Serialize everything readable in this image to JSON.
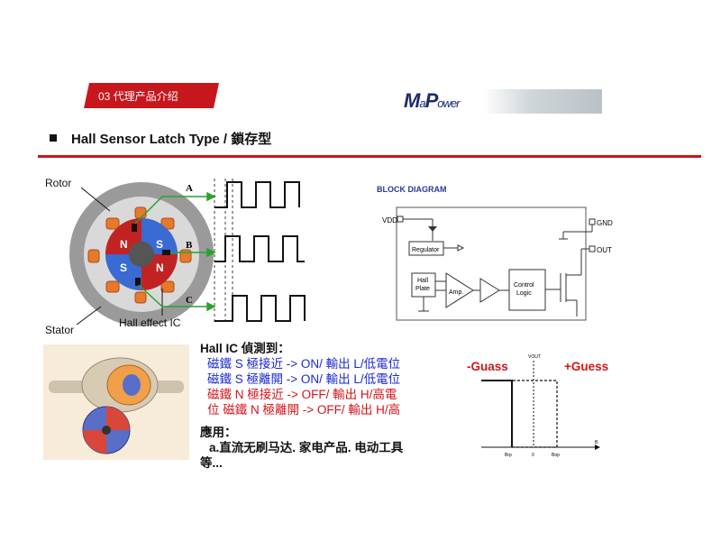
{
  "section_tag": {
    "label": "03 代理产品介绍",
    "color": "#c8161d"
  },
  "logo": {
    "brand": "MaPower",
    "main": "M",
    "sub_a": "a",
    "rest": "P",
    "suffix": "ower"
  },
  "title": {
    "text": "Hall Sensor Latch Type / 鎖存型"
  },
  "motor_diagram": {
    "rotor_label": "Rotor",
    "stator_label": "Stator",
    "hall_label": "Hall effect IC",
    "pole_labels": [
      "N",
      "S",
      "S",
      "N"
    ],
    "signal_labels": [
      "A",
      "B",
      "C"
    ]
  },
  "block_diagram": {
    "title": "BLOCK DIAGRAM",
    "vdd": "VDD",
    "gnd": "GND",
    "out": "OUT",
    "regulator": "Regulator",
    "hall_plate": "Hall Plate",
    "hall_plate_line1": "Hall",
    "hall_plate_line2": "Plate",
    "amp": "Amp.",
    "control_logic_line1": "Control",
    "control_logic_line2": "Logic"
  },
  "hall_ic_text": {
    "heading": "Hall IC 偵測到：",
    "lines_blue": [
      "磁鐵 S 極接近 -> ON/ 輸出 L/低電位",
      "磁鐵 S 極離開 -> ON/ 輸出 L/低電位"
    ],
    "lines_red": [
      "磁鐵 N 極接近 -> OFF/ 輸出 H/高電",
      "位 磁鐵 N 極離開 -> OFF/ 輸出 H/高"
    ],
    "usage_heading": "應用：",
    "usage_item": "a.直流无刷马达. 家电产品. 电动工具",
    "usage_item_cont": "等..."
  },
  "hysteresis": {
    "left_label": "-Guass",
    "right_label": "+Guess",
    "y_axis": "VOUT",
    "x_axis": "B",
    "ticks": [
      "Brp",
      "0",
      "Bop"
    ],
    "label_color": "#d4141a"
  }
}
